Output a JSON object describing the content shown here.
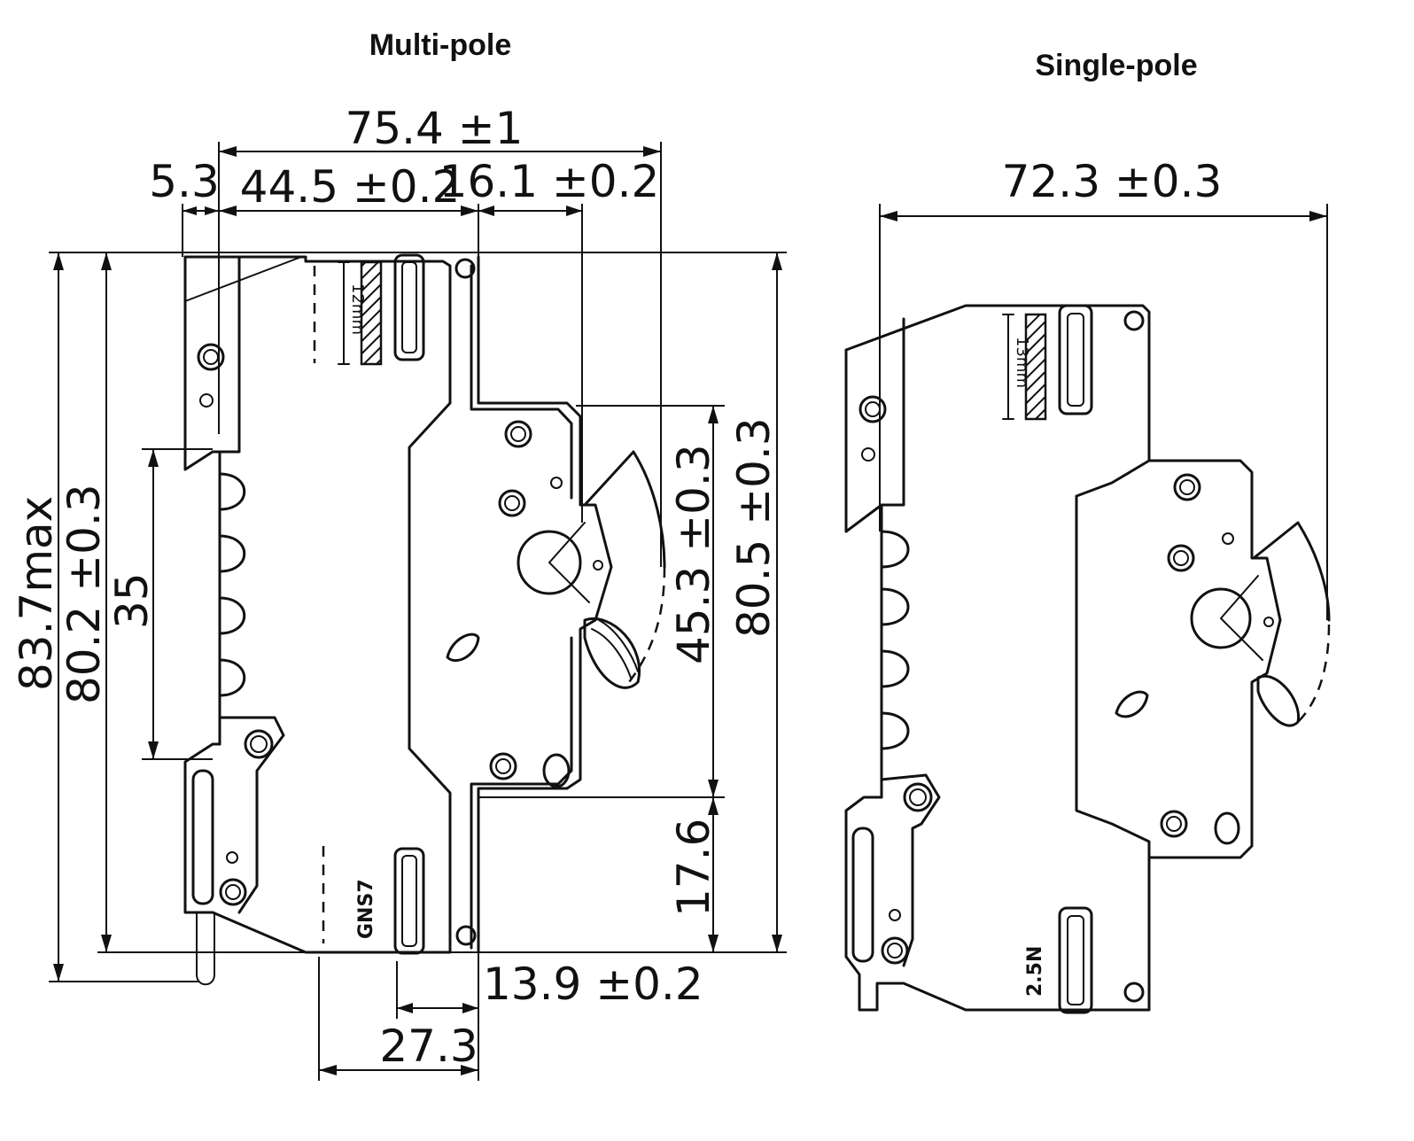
{
  "titles": {
    "multi_pole": "Multi-pole",
    "single_pole": "Single-pole"
  },
  "multi_pole": {
    "overall_width": "75.4 ±1",
    "offset_left": "5.3",
    "front_left_width": "44.5 ±0.2",
    "front_offset": "16.1 ±0.2",
    "overall_height_max": "83.7max",
    "height_body": "80.2 ±0.3",
    "rail_width": "35",
    "front_height": "45.3 ±0.3",
    "total_height_right": "80.5 ±0.3",
    "lower_height": "17.6",
    "bottom_small": "13.9 ±0.2",
    "bottom_large": "27.3",
    "strip_length": "12mm",
    "brand": "GNS7"
  },
  "single_pole": {
    "overall_width": "72.3 ±0.3",
    "strip_length": "13mm",
    "brand": "2.5N"
  }
}
